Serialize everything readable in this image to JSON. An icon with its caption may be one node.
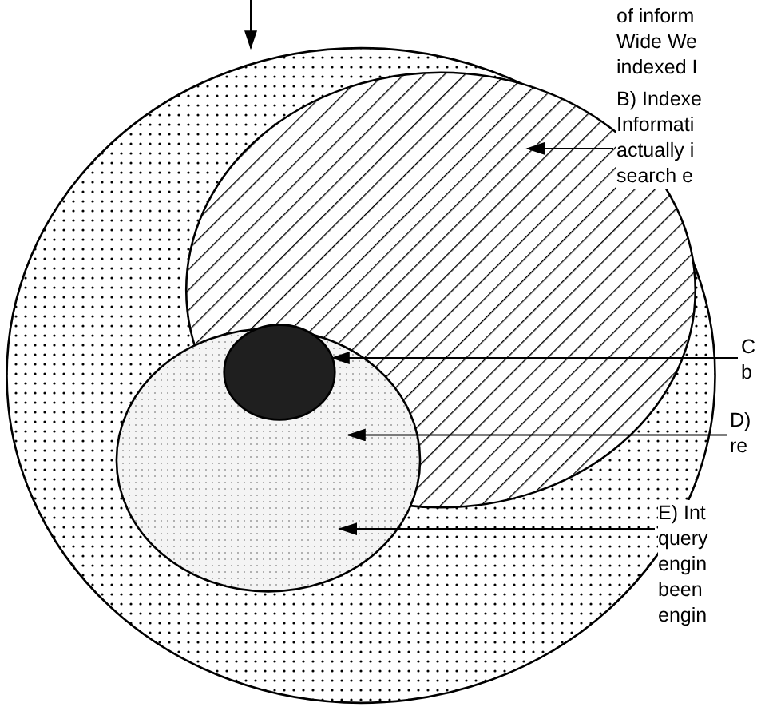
{
  "diagram": {
    "nodes": [
      {
        "text": [],
        "shape": "circle"
      },
      {
        "text": [],
        "shape": "circle",
        "in": 0
      },
      {
        "text": [],
        "shape": "circle",
        "in": 0
      },
      {
        "text": [],
        "shape": "circle"
      },
      {
        "text": [
          "of inform Wide We indexed I"
        ]
      },
      {
        "text": [
          "B) Indexe Informati actually i search e"
        ]
      },
      {
        "text": [
          "C b"
        ]
      },
      {
        "text": [
          "D) re"
        ]
      },
      {
        "text": [
          "E) Int query engin been engin"
        ]
      }
    ],
    "edges": [
      {
        "from": null,
        "to": 0,
        "arrow": "to"
      },
      {
        "from": 5,
        "to": 1,
        "arrow": "to"
      },
      {
        "from": 6,
        "to": 3,
        "arrow": "to"
      },
      {
        "from": 7,
        "to": 2,
        "arrow": "to"
      },
      {
        "from": 8,
        "to": 0,
        "arrow": "to"
      }
    ]
  }
}
